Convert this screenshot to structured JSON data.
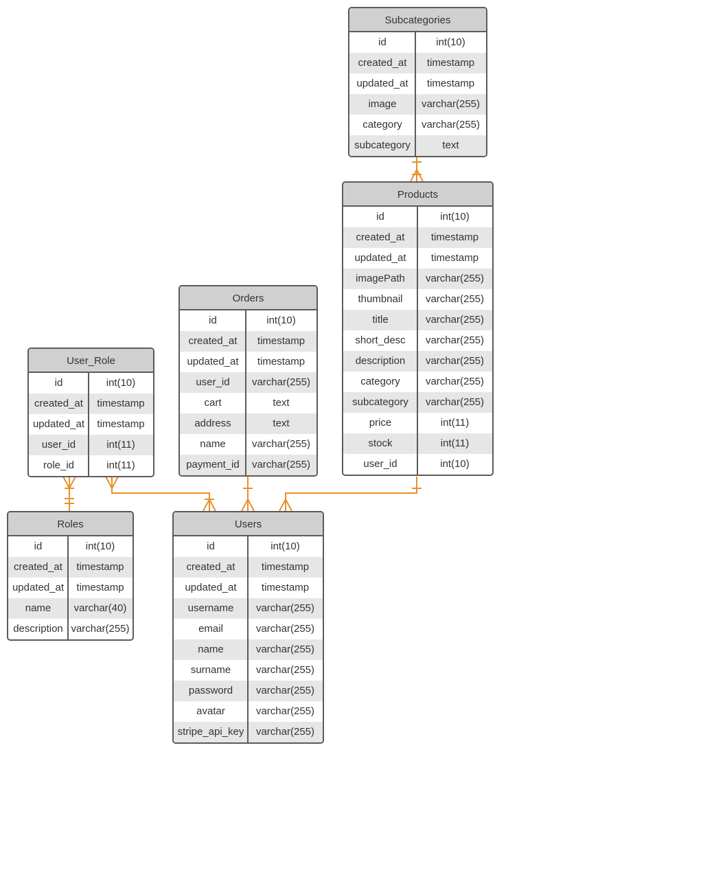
{
  "diagram": {
    "connector_color": "#e8902a",
    "entities": [
      {
        "id": "subcategories",
        "name": "Subcategories",
        "fields": [
          {
            "name": "id",
            "type": "int(10)"
          },
          {
            "name": "created_at",
            "type": "timestamp"
          },
          {
            "name": "updated_at",
            "type": "timestamp"
          },
          {
            "name": "image",
            "type": "varchar(255)"
          },
          {
            "name": "category",
            "type": "varchar(255)"
          },
          {
            "name": "subcategory",
            "type": "text"
          }
        ]
      },
      {
        "id": "products",
        "name": "Products",
        "fields": [
          {
            "name": "id",
            "type": "int(10)"
          },
          {
            "name": "created_at",
            "type": "timestamp"
          },
          {
            "name": "updated_at",
            "type": "timestamp"
          },
          {
            "name": "imagePath",
            "type": "varchar(255)"
          },
          {
            "name": "thumbnail",
            "type": "varchar(255)"
          },
          {
            "name": "title",
            "type": "varchar(255)"
          },
          {
            "name": "short_desc",
            "type": "varchar(255)"
          },
          {
            "name": "description",
            "type": "varchar(255)"
          },
          {
            "name": "category",
            "type": "varchar(255)"
          },
          {
            "name": "subcategory",
            "type": "varchar(255)"
          },
          {
            "name": "price",
            "type": "int(11)"
          },
          {
            "name": "stock",
            "type": "int(11)"
          },
          {
            "name": "user_id",
            "type": "int(10)"
          }
        ]
      },
      {
        "id": "orders",
        "name": "Orders",
        "fields": [
          {
            "name": "id",
            "type": "int(10)"
          },
          {
            "name": "created_at",
            "type": "timestamp"
          },
          {
            "name": "updated_at",
            "type": "timestamp"
          },
          {
            "name": "user_id",
            "type": "varchar(255)"
          },
          {
            "name": "cart",
            "type": "text"
          },
          {
            "name": "address",
            "type": "text"
          },
          {
            "name": "name",
            "type": "varchar(255)"
          },
          {
            "name": "payment_id",
            "type": "varchar(255)"
          }
        ]
      },
      {
        "id": "user_role",
        "name": "User_Role",
        "fields": [
          {
            "name": "id",
            "type": "int(10)"
          },
          {
            "name": "created_at",
            "type": "timestamp"
          },
          {
            "name": "updated_at",
            "type": "timestamp"
          },
          {
            "name": "user_id",
            "type": "int(11)"
          },
          {
            "name": "role_id",
            "type": "int(11)"
          }
        ]
      },
      {
        "id": "roles",
        "name": "Roles",
        "fields": [
          {
            "name": "id",
            "type": "int(10)"
          },
          {
            "name": "created_at",
            "type": "timestamp"
          },
          {
            "name": "updated_at",
            "type": "timestamp"
          },
          {
            "name": "name",
            "type": "varchar(40)"
          },
          {
            "name": "description",
            "type": "varchar(255)"
          }
        ]
      },
      {
        "id": "users",
        "name": "Users",
        "fields": [
          {
            "name": "id",
            "type": "int(10)"
          },
          {
            "name": "created_at",
            "type": "timestamp"
          },
          {
            "name": "updated_at",
            "type": "timestamp"
          },
          {
            "name": "username",
            "type": "varchar(255)"
          },
          {
            "name": "email",
            "type": "varchar(255)"
          },
          {
            "name": "name",
            "type": "varchar(255)"
          },
          {
            "name": "surname",
            "type": "varchar(255)"
          },
          {
            "name": "password",
            "type": "varchar(255)"
          },
          {
            "name": "avatar",
            "type": "varchar(255)"
          },
          {
            "name": "stripe_api_key",
            "type": "varchar(255)"
          }
        ]
      }
    ],
    "relationships": [
      {
        "from": "subcategories",
        "from_card": "one-and-only-one",
        "to": "products",
        "to_card": "one-or-many"
      },
      {
        "from": "user_role",
        "from_card": "one-or-many",
        "to": "roles",
        "to_card": "one-and-only-one"
      },
      {
        "from": "user_role",
        "from_card": "many",
        "to": "users",
        "to_card": "one-or-many"
      },
      {
        "from": "orders",
        "from_card": "one-and-only-one",
        "to": "users",
        "to_card": "many"
      },
      {
        "from": "products",
        "from_card": "one-and-only-one",
        "to": "users",
        "to_card": "many"
      }
    ]
  }
}
